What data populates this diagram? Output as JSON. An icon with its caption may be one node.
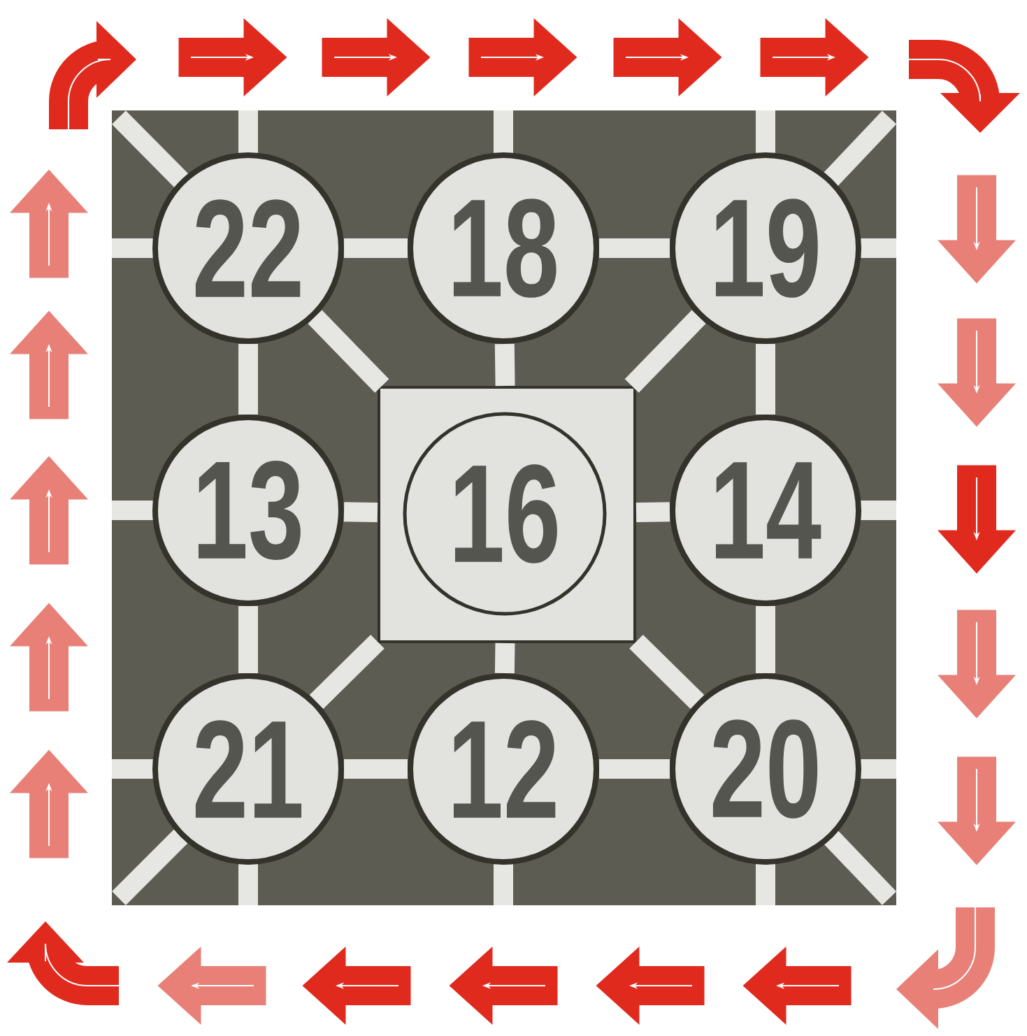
{
  "diagram": {
    "nodes": [
      {
        "text": [
          "22"
        ]
      },
      {
        "text": [
          "18"
        ]
      },
      {
        "text": [
          "19"
        ]
      },
      {
        "text": [
          "13"
        ]
      },
      {
        "text": [],
        "shape": "box"
      },
      {
        "text": [
          "16"
        ],
        "in": 4
      },
      {
        "text": [
          "14"
        ]
      },
      {
        "text": [
          "21"
        ]
      },
      {
        "text": [
          "12"
        ]
      },
      {
        "text": [
          "20"
        ]
      }
    ],
    "edges": [
      {
        "from": 0,
        "to": 1,
        "arrow": "none"
      },
      {
        "from": 1,
        "to": 2,
        "arrow": "none"
      },
      {
        "from": 0,
        "to": 3,
        "arrow": "none"
      },
      {
        "from": 2,
        "to": 6,
        "arrow": "none"
      },
      {
        "from": 3,
        "to": 7,
        "arrow": "none"
      },
      {
        "from": 6,
        "to": 9,
        "arrow": "none"
      },
      {
        "from": 7,
        "to": 8,
        "arrow": "none"
      },
      {
        "from": 8,
        "to": 9,
        "arrow": "none"
      },
      {
        "from": 0,
        "to": 4,
        "arrow": "none"
      },
      {
        "from": 1,
        "to": 4,
        "arrow": "none"
      },
      {
        "from": 2,
        "to": 4,
        "arrow": "none"
      },
      {
        "from": 3,
        "to": 4,
        "arrow": "none"
      },
      {
        "from": 6,
        "to": 4,
        "arrow": "none"
      },
      {
        "from": 7,
        "to": 4,
        "arrow": "none"
      },
      {
        "from": 8,
        "to": 4,
        "arrow": "none"
      },
      {
        "from": 9,
        "to": 4,
        "arrow": "none"
      }
    ]
  }
}
